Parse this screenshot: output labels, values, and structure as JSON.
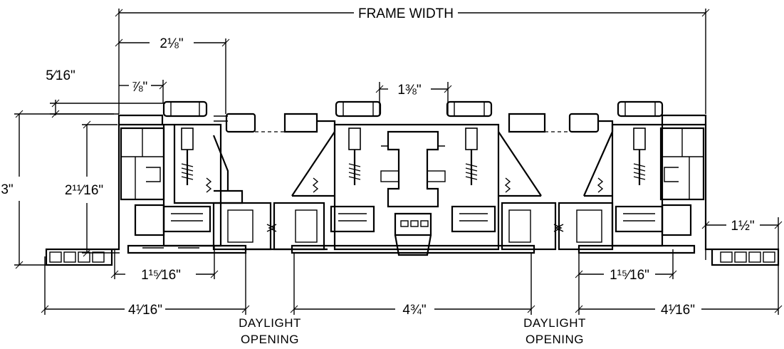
{
  "dimensions": {
    "frame_width": "FRAME WIDTH",
    "top_offset": "2⅛\"",
    "mullion_width": "1⅜\"",
    "small_inset": "5⁄16\"",
    "edge_inset": "⅞\"",
    "frame_depth": "3\"",
    "inner_depth": "2¹¹⁄16\"",
    "sill_ext": "1½\"",
    "left_pocket": "1¹⁵⁄16\"",
    "right_pocket": "1¹⁵⁄16\"",
    "left_section": "4¹⁄16\"",
    "center_section": "4¾\"",
    "right_section": "4¹⁄16\""
  },
  "labels": {
    "daylight_line1": "DAYLIGHT",
    "daylight_line2": "OPENING"
  }
}
